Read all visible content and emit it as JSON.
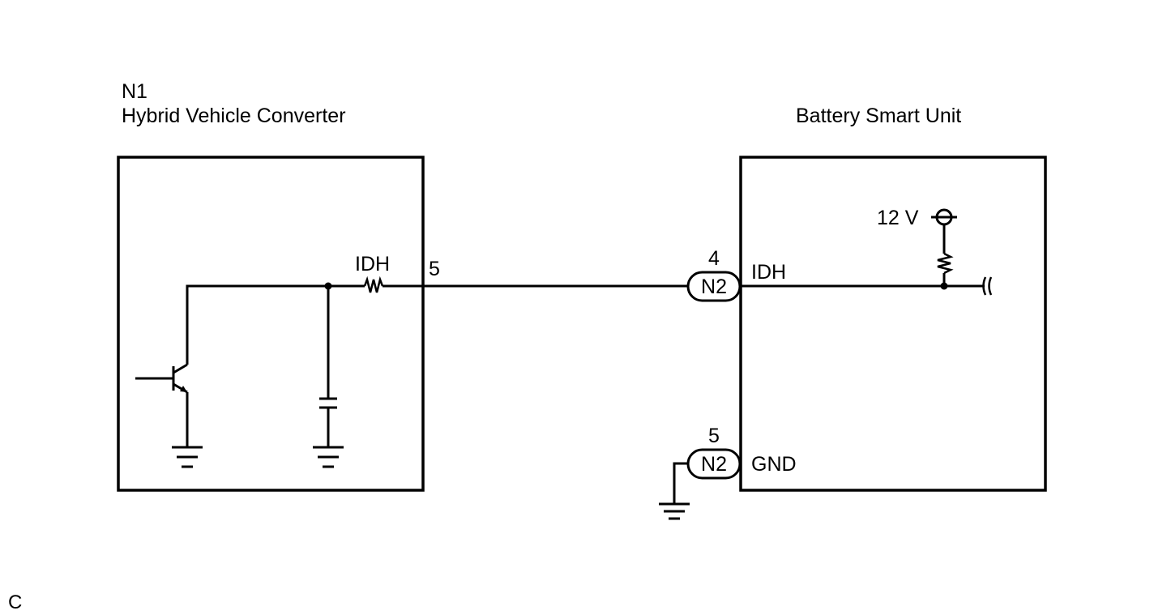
{
  "components": {
    "converter": {
      "code": "N1",
      "name": "Hybrid Vehicle Converter",
      "terminal_label": "IDH",
      "terminal_pin": "5"
    },
    "battery_unit": {
      "name": "Battery Smart Unit",
      "supply_label": "12 V",
      "idh_label": "IDH",
      "gnd_label": "GND"
    }
  },
  "connectors": [
    {
      "code": "N2",
      "pin": "4"
    },
    {
      "code": "N2",
      "pin": "5"
    }
  ],
  "footer": {
    "corner_mark": "C"
  }
}
